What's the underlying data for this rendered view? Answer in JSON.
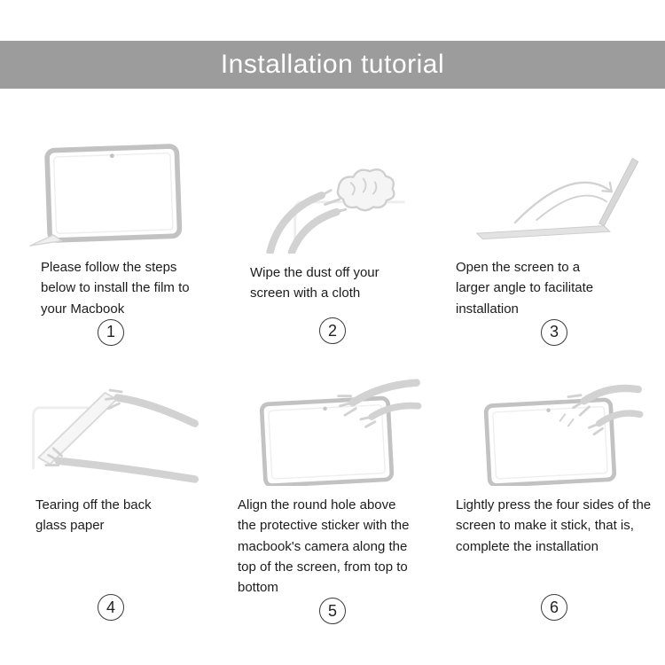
{
  "header": {
    "title": "Installation tutorial",
    "bg_color": "#9c9c9c",
    "text_color": "#ffffff"
  },
  "steps": [
    {
      "number": "1",
      "icon": "peel-film-icon",
      "text": "Please follow the steps below to install the film to your Macbook"
    },
    {
      "number": "2",
      "icon": "wipe-cloth-icon",
      "text": "Wipe the dust off your screen with a cloth"
    },
    {
      "number": "3",
      "icon": "open-laptop-icon",
      "text": "Open the screen to a larger angle to facilitate installation"
    },
    {
      "number": "4",
      "icon": "tear-backing-icon",
      "text": "Tearing off the back glass paper"
    },
    {
      "number": "5",
      "icon": "align-film-icon",
      "text": "Align the round hole above the protective sticker with the macbook's camera along the top of the screen, from top to bottom"
    },
    {
      "number": "6",
      "icon": "press-edges-icon",
      "text": "Lightly press the four sides of the screen to make it stick, that is, complete the installation"
    }
  ]
}
